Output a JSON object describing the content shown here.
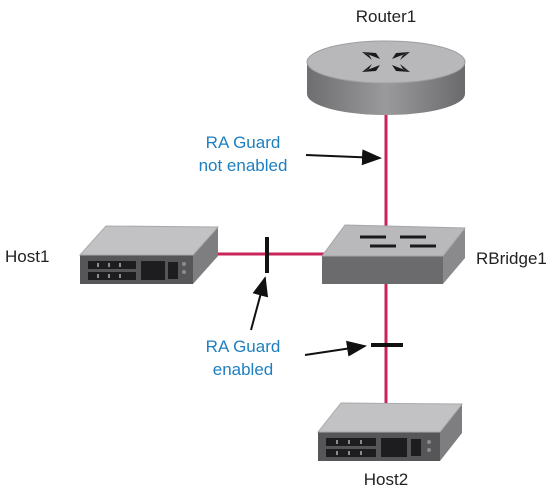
{
  "nodes": {
    "router": {
      "label": "Router1",
      "icon": "router-icon"
    },
    "switch": {
      "label": "RBridge1",
      "icon": "switch-icon"
    },
    "host1": {
      "label": "Host1",
      "icon": "server-icon"
    },
    "host2": {
      "label": "Host2",
      "icon": "server-icon"
    }
  },
  "annotations": {
    "not_enabled": {
      "line1": "RA Guard",
      "line2": "not enabled"
    },
    "enabled": {
      "line1": "RA Guard",
      "line2": "enabled"
    }
  },
  "colors": {
    "link": "#c8245a",
    "annotation_text": "#1e7fc0",
    "guard_bar": "#111111"
  }
}
